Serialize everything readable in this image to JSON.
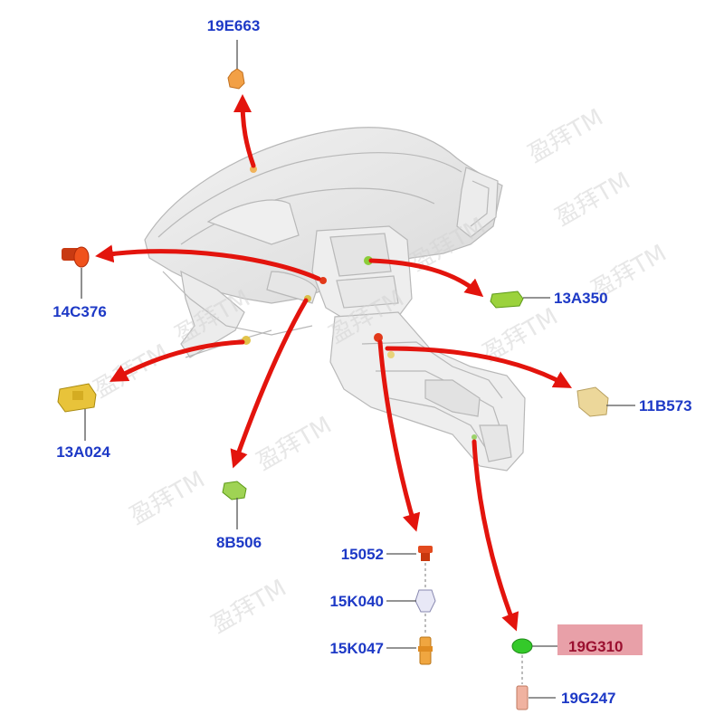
{
  "parts": {
    "p19E663": "19E663",
    "p14C376": "14C376",
    "p13A350": "13A350",
    "p13A024": "13A024",
    "p11B573": "11B573",
    "p8B506": "8B506",
    "p15052": "15052",
    "p15K040": "15K040",
    "p15K047": "15K047",
    "p19G310": "19G310",
    "p19G247": "19G247"
  },
  "highlighted_part": "19G310",
  "watermark": "盈拜TM",
  "colors": {
    "label": "#1d39c6",
    "arrow": "#e3140d",
    "highlight_box": "#e8a0a8",
    "highlight_text": "#9b1030"
  }
}
